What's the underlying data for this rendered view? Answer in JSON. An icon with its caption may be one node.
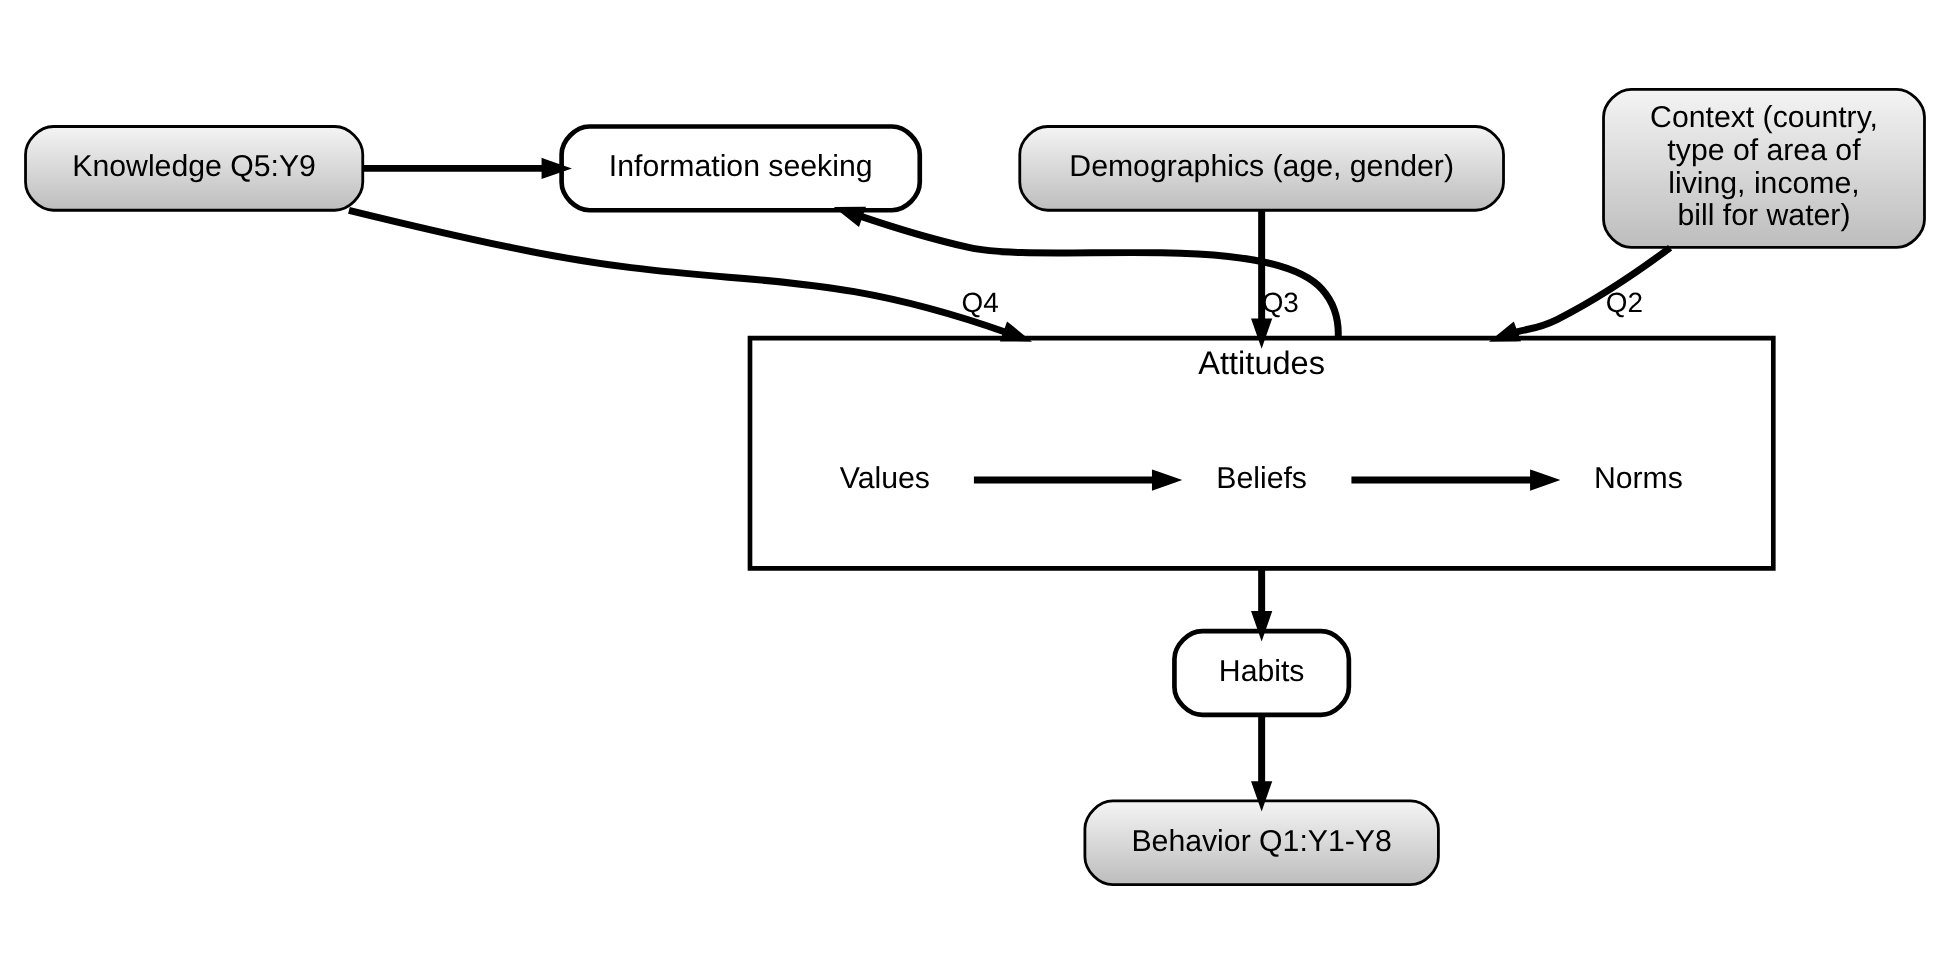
{
  "diagram": {
    "nodes": [
      {
        "text": [
          "Knowledge Q5:Y9"
        ]
      },
      {
        "text": [
          "Information seeking"
        ]
      },
      {
        "text": [
          "Demographics (age, gender)"
        ]
      },
      {
        "text": [
          "Attitudes"
        ]
      },
      {
        "text": [
          "Values"
        ],
        "in": 3
      },
      {
        "text": [
          "Beliefs"
        ],
        "in": 3
      },
      {
        "text": [
          "Norms"
        ],
        "in": 3
      },
      {
        "text": [
          "Context (country, type of area of living, income, bill for water)"
        ]
      },
      {
        "text": [
          "Habits"
        ]
      },
      {
        "text": [
          "Behavior Q1:Y1-Y8"
        ]
      }
    ],
    "edges": [
      {
        "from": 0,
        "to": 1,
        "arrow": "to"
      },
      {
        "from": 0,
        "to": 3,
        "arrow": "to",
        "label": "Q4"
      },
      {
        "from": 3,
        "to": 1,
        "arrow": "to"
      },
      {
        "from": 2,
        "to": 3,
        "arrow": "to",
        "label": "Q3"
      },
      {
        "from": 7,
        "to": 3,
        "arrow": "to",
        "label": "Q2"
      },
      {
        "from": 4,
        "to": 5,
        "arrow": "to"
      },
      {
        "from": 5,
        "to": 6,
        "arrow": "to"
      },
      {
        "from": 3,
        "to": 8,
        "arrow": "to"
      },
      {
        "from": 8,
        "to": 9,
        "arrow": "to"
      }
    ]
  }
}
